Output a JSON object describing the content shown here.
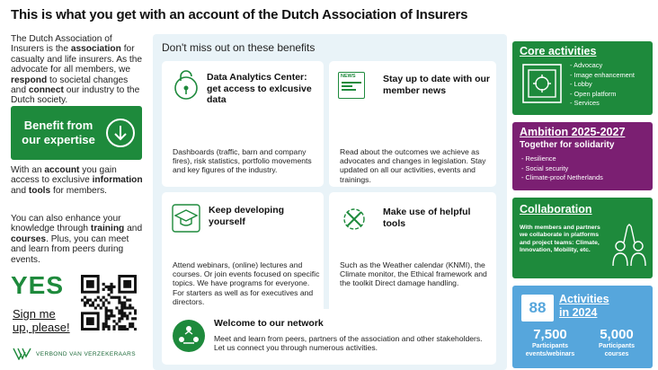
{
  "title": "This is what you get with an account of the Dutch Association of Insurers",
  "left": {
    "intro": [
      {
        "text": "The Dutch Association of Insurers is the ",
        "b": false
      },
      {
        "text": "association",
        "b": true
      },
      {
        "text": " for casualty and life insurers. As the advocate for all members, we ",
        "b": false
      },
      {
        "text": "respond",
        "b": true
      },
      {
        "text": " to societal changes and ",
        "b": false
      },
      {
        "text": "connect",
        "b": true
      },
      {
        "text": " our industry to the Dutch society.",
        "b": false
      }
    ],
    "benefit_button": "Benefit from our expertise",
    "account": [
      {
        "text": "With an ",
        "b": false
      },
      {
        "text": "account",
        "b": true
      },
      {
        "text": " you gain access to exclusive ",
        "b": false
      },
      {
        "text": "information",
        "b": true
      },
      {
        "text": " and ",
        "b": false
      },
      {
        "text": "tools",
        "b": true
      },
      {
        "text": " for members.",
        "b": false
      }
    ],
    "enhance": [
      {
        "text": "You can also enhance your knowledge through ",
        "b": false
      },
      {
        "text": "training",
        "b": true
      },
      {
        "text": " and ",
        "b": false
      },
      {
        "text": "courses",
        "b": true
      },
      {
        "text": ". Plus, you can meet and learn from peers during events.",
        "b": false
      }
    ],
    "yes": "YES",
    "signup": "Sign me up, please!",
    "logo": "VERBOND VAN VERZEKERAARS"
  },
  "main": {
    "heading": "Don't miss out on these benefits",
    "cards": {
      "data": {
        "title": "Data Analytics Center: get access to exlcusive data",
        "body": "Dashboards (traffic, barn and company fires), risk statistics, portfolio movements and key figures of the industry."
      },
      "news": {
        "badge": "NEWS",
        "title": "Stay up to date with our member news",
        "body": "Read about the outcomes we achieve as advocates and changes in legislation. Stay updated on all our activities, events and trainings."
      },
      "develop": {
        "title": "Keep developing yourself",
        "body": "Attend webinars, (online) lectures and courses. Or join events focused on specific topics. We have programs for everyone. For starters as well as for executives and directors."
      },
      "tools": {
        "title": "Make use of helpful tools",
        "body": "Such as the Weather calendar (KNMI), the Climate monitor, the Ethical framework and the toolkit Direct damage handling."
      },
      "network": {
        "title": "Welcome to our network",
        "body": "Meet and learn from peers, partners of the association and other stakeholders. Let us connect you through numerous activities."
      }
    }
  },
  "side": {
    "core": {
      "title": "Core activities",
      "items": [
        "Advocacy",
        "Image enhancement",
        "Lobby",
        "Open platform",
        "Services"
      ]
    },
    "ambition": {
      "title": "Ambition 2025-2027",
      "subtitle": "Together for solidarity",
      "items": [
        "Resilience",
        "Social security",
        "Climate-proof Netherlands"
      ]
    },
    "collab": {
      "title": "Collaboration",
      "body": "With members and partners we collaborate in platforms and project teams: Climate, Innovation, Mobility, etc."
    },
    "activities": {
      "count": "88",
      "title": "Activities in 2024",
      "stat1_num": "7,500",
      "stat1_label": "Participants events/webinars",
      "stat2_num": "5,000",
      "stat2_label": "Participants courses"
    }
  },
  "colors": {
    "green": "#1e8a3c",
    "purple": "#7b1f72",
    "blue": "#56a6dc",
    "panel": "#e9f3f8"
  }
}
